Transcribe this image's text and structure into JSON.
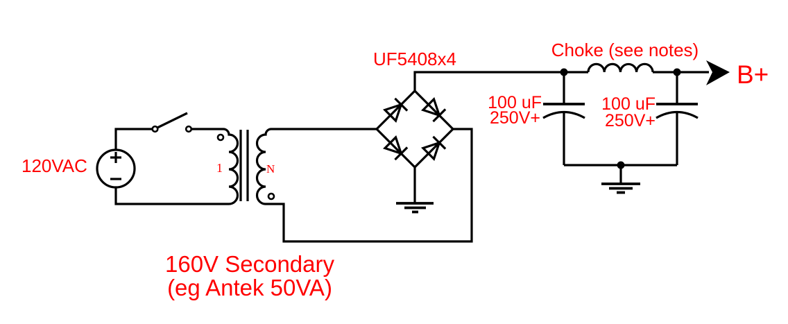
{
  "schematic": {
    "labels": {
      "source": "120VAC",
      "primary_turns": "1",
      "secondary_turns": "N",
      "rectifier": "UF5408x4",
      "choke": "Choke (see notes)",
      "cap1_value": "100 uF",
      "cap1_rating": "250V+",
      "cap2_value": "100 uF",
      "cap2_rating": "250V+",
      "output": "B+",
      "secondary_note_line1": "160V Secondary",
      "secondary_note_line2": "(eg Antek 50VA)"
    },
    "colors": {
      "label_red": "#ff0000",
      "wire_black": "#000000",
      "background": "#ffffff"
    }
  }
}
